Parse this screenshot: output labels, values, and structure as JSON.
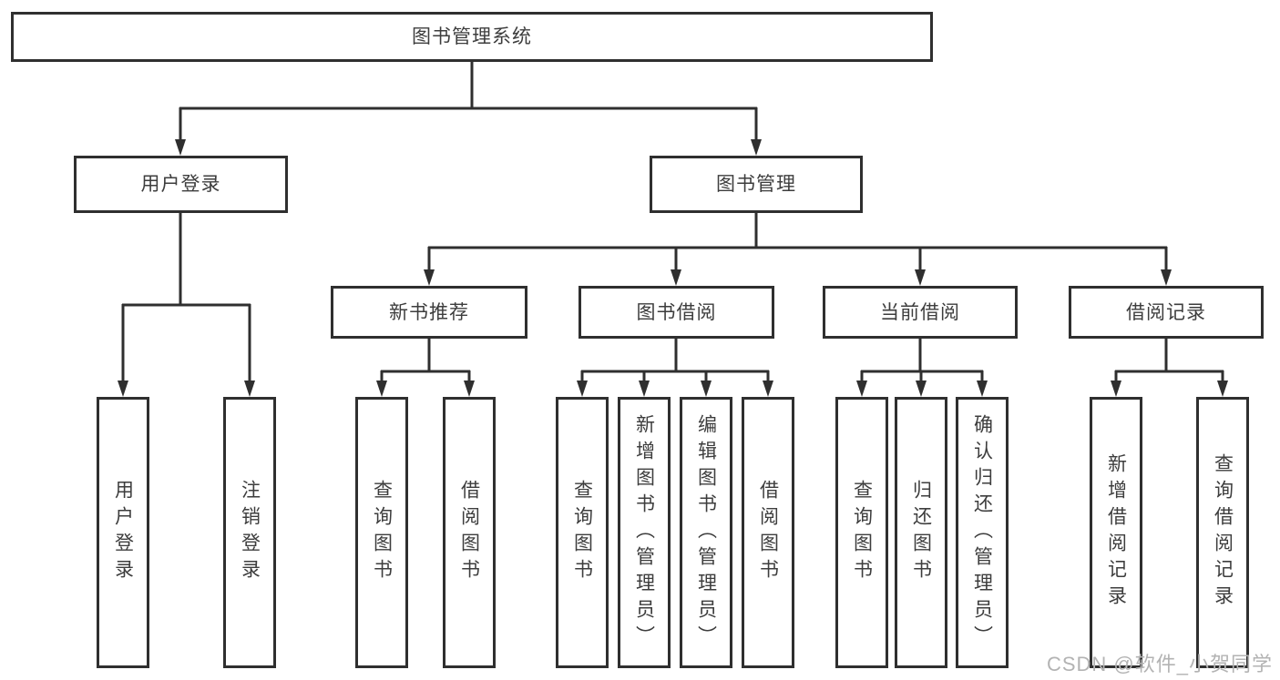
{
  "colors": {
    "line": "#2f2f2f",
    "text": "#3d3d3d",
    "background": "#ffffff",
    "watermark": "#b3b3b3"
  },
  "watermark": {
    "text": "CSDN @软件_小贺同学"
  },
  "tree": {
    "root": {
      "label": "图书管理系统",
      "children": [
        {
          "label": "用户登录",
          "children": [
            {
              "label": "用户登录"
            },
            {
              "label": "注销登录"
            }
          ]
        },
        {
          "label": "图书管理",
          "children": [
            {
              "label": "新书推荐",
              "children": [
                {
                  "label": "查询图书"
                },
                {
                  "label": "借阅图书"
                }
              ]
            },
            {
              "label": "图书借阅",
              "children": [
                {
                  "label": "查询图书"
                },
                {
                  "label": "新增图书（管理员）"
                },
                {
                  "label": "编辑图书（管理员）"
                },
                {
                  "label": "借阅图书"
                }
              ]
            },
            {
              "label": "当前借阅",
              "children": [
                {
                  "label": "查询图书"
                },
                {
                  "label": "归还图书"
                },
                {
                  "label": "确认归还（管理员）"
                }
              ]
            },
            {
              "label": "借阅记录",
              "children": [
                {
                  "label": "新增借阅记录"
                },
                {
                  "label": "查询借阅记录"
                }
              ]
            }
          ]
        }
      ]
    }
  }
}
